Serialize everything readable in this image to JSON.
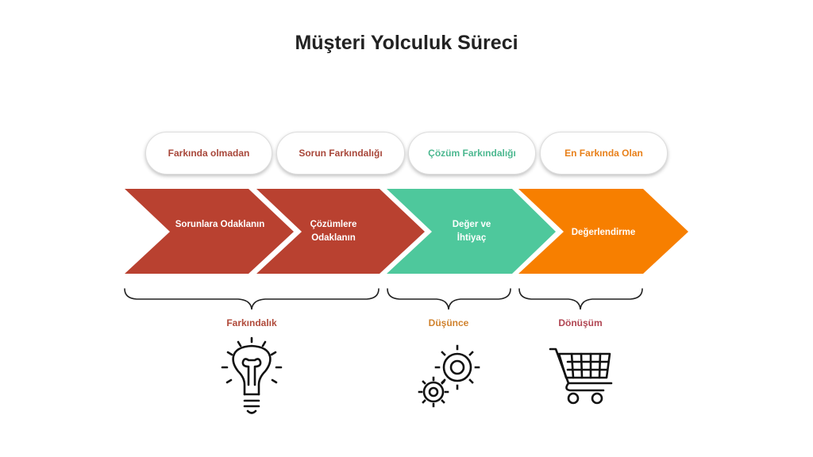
{
  "title": "Müşteri Yolculuk Süreci",
  "awareness_levels": [
    {
      "label": "Farkında olmadan",
      "color": "#a8473a"
    },
    {
      "label": "Sorun Farkındalığı",
      "color": "#a8473a"
    },
    {
      "label": "Çözüm Farkındalığı",
      "color": "#4cb890"
    },
    {
      "label": "En Farkında Olan",
      "color": "#e8801a"
    }
  ],
  "steps": [
    {
      "line1": "Sorunlara Odaklanın",
      "line2": "",
      "color": "#b94130"
    },
    {
      "line1": "Çözümlere",
      "line2": "Odaklanın",
      "color": "#b94130"
    },
    {
      "line1": "Değer ve",
      "line2": "İhtiyaç",
      "color": "#4ec89c"
    },
    {
      "line1": "Değerlendirme",
      "line2": "",
      "color": "#f77f00"
    }
  ],
  "stages": [
    {
      "label": "Farkındalık",
      "color": "#b04a3a",
      "icon": "lightbulb-icon"
    },
    {
      "label": "Düşünce",
      "color": "#d0822e",
      "icon": "gears-icon"
    },
    {
      "label": "Dönüşüm",
      "color": "#b04552",
      "icon": "shopping-cart-icon"
    }
  ]
}
